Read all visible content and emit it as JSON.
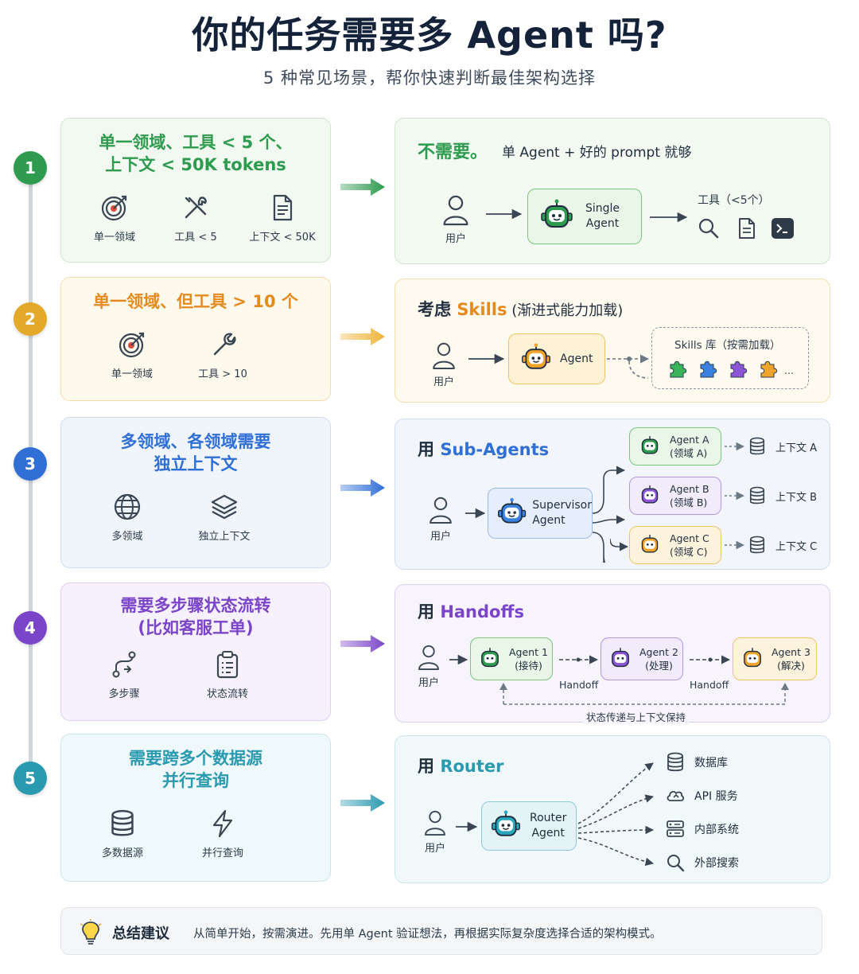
{
  "title": "你的任务需要多 Agent 吗?",
  "subtitle": "5 种常见场景，帮你快速判断最佳架构选择",
  "colors": {
    "green": "#2e9b4f",
    "orange": "#e58a1f",
    "blue": "#2f6fd6",
    "purple": "#7b45c9",
    "teal": "#2a9ab0"
  },
  "scenarios": [
    {
      "number": "1",
      "title_line1": "单一领域、工具 < 5 个、",
      "title_line2": "上下文 < 50K tokens",
      "icons": [
        {
          "icon": "target-icon",
          "label": "单一领域"
        },
        {
          "icon": "tools-icon",
          "label": "工具 < 5"
        },
        {
          "icon": "document-icon",
          "label": "上下文 < 50K"
        }
      ],
      "verdict": "不需要。",
      "note": "单 Agent + 好的 prompt 就够",
      "user_label": "用户",
      "agent_line1": "Single",
      "agent_line2": "Agent",
      "tools_label": "工具（<5个）",
      "tool_icons": [
        "search-icon",
        "document-icon",
        "terminal-icon"
      ]
    },
    {
      "number": "2",
      "title_line1": "单一领域、但工具 > 10 个",
      "icons": [
        {
          "icon": "target-icon",
          "label": "单一领域"
        },
        {
          "icon": "wrench-icon",
          "label": "工具 > 10"
        }
      ],
      "heading_prefix": "考虑 ",
      "heading_key": "Skills",
      "heading_suffix": " (渐进式能力加载)",
      "user_label": "用户",
      "agent_label": "Agent",
      "skills_label": "Skills 库（按需加载）",
      "skills_more": "...",
      "puzzle_colors": [
        "#3bb35a",
        "#3b82e0",
        "#8b55d6",
        "#f0a429"
      ]
    },
    {
      "number": "3",
      "title_line1": "多领域、各领域需要",
      "title_line2": "独立上下文",
      "icons": [
        {
          "icon": "globe-icon",
          "label": "多领域"
        },
        {
          "icon": "layers-icon",
          "label": "独立上下文"
        }
      ],
      "heading_prefix": "用 ",
      "heading_key": "Sub-Agents",
      "user_label": "用户",
      "supervisor_line1": "Supervisor",
      "supervisor_line2": "Agent",
      "subagents": [
        {
          "line1": "Agent A",
          "line2": "(领域 A)",
          "context": "上下文 A"
        },
        {
          "line1": "Agent B",
          "line2": "(领域 B)",
          "context": "上下文 B"
        },
        {
          "line1": "Agent C",
          "line2": "(领域 C)",
          "context": "上下文 C"
        }
      ]
    },
    {
      "number": "4",
      "title_line1": "需要多步骤状态流转",
      "title_line2": "(比如客服工单)",
      "icons": [
        {
          "icon": "steps-icon",
          "label": "多步骤"
        },
        {
          "icon": "clipboard-icon",
          "label": "状态流转"
        }
      ],
      "heading_prefix": "用 ",
      "heading_key": "Handoffs",
      "user_label": "用户",
      "agents": [
        {
          "line1": "Agent 1",
          "line2": "(接待)"
        },
        {
          "line1": "Agent 2",
          "line2": "(处理)"
        },
        {
          "line1": "Agent 3",
          "line2": "(解决)"
        }
      ],
      "handoff_label": "Handoff",
      "state_label": "状态传递与上下文保持"
    },
    {
      "number": "5",
      "title_line1": "需要跨多个数据源",
      "title_line2": "并行查询",
      "icons": [
        {
          "icon": "database-icon",
          "label": "多数据源"
        },
        {
          "icon": "lightning-icon",
          "label": "并行查询"
        }
      ],
      "heading_prefix": "用 ",
      "heading_key": "Router",
      "user_label": "用户",
      "router_line1": "Router",
      "router_line2": "Agent",
      "sources": [
        {
          "icon": "database-icon",
          "label": "数据库"
        },
        {
          "icon": "cloud-icon",
          "label": "API 服务"
        },
        {
          "icon": "server-icon",
          "label": "内部系统"
        },
        {
          "icon": "search-icon",
          "label": "外部搜索"
        }
      ]
    }
  ],
  "summary": {
    "icon": "lightbulb-icon",
    "title": "总结建议",
    "text": "从简单开始，按需演进。先用单 Agent 验证想法，再根据实际复杂度选择合适的架构模式。"
  }
}
